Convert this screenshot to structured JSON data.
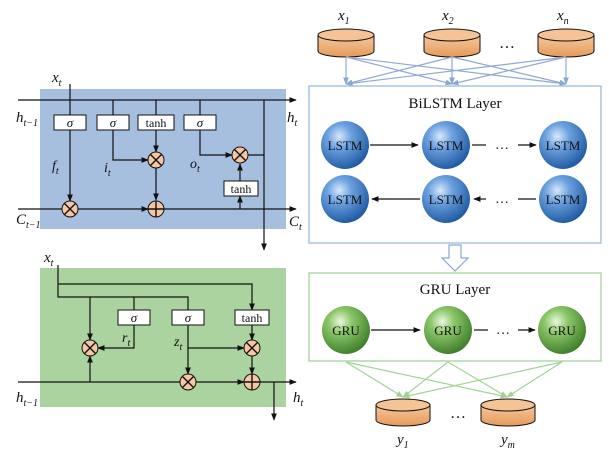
{
  "lstm_cell": {
    "input_x": "x",
    "input_x_sub": "t",
    "h_prev": "h",
    "h_prev_sub": "t−1",
    "c_prev": "C",
    "c_prev_sub": "t−1",
    "h_out": "h",
    "h_out_sub": "t",
    "c_out": "C",
    "c_out_sub": "t",
    "gate_sigma": "σ",
    "gate_tanh": "tanh",
    "f_label": "f",
    "f_sub": "t",
    "i_label": "i",
    "i_sub": "t",
    "o_label": "o",
    "o_sub": "t",
    "fill_color": "#a7bfdf"
  },
  "gru_cell": {
    "input_x": "x",
    "input_x_sub": "t",
    "h_prev": "h",
    "h_prev_sub": "t−1",
    "h_out": "h",
    "h_out_sub": "t",
    "gate_sigma": "σ",
    "gate_tanh": "tanh",
    "r_label": "r",
    "r_sub": "t",
    "z_label": "z",
    "z_sub": "t",
    "fill_color": "#aad3a0"
  },
  "inputs": {
    "x1": "x",
    "x1_sub": "1",
    "x2": "x",
    "x2_sub": "2",
    "xn": "x",
    "xn_sub": "n",
    "ellipsis": "…"
  },
  "bilstm": {
    "title": "BiLSTM Layer",
    "node_label": "LSTM",
    "ellipsis": "…",
    "border_color": "#9bb9dd"
  },
  "gru_layer": {
    "title": "GRU Layer",
    "node_label": "GRU",
    "ellipsis": "…",
    "border_color": "#a6d39d"
  },
  "outputs": {
    "y1": "y",
    "y1_sub": "1",
    "ym": "y",
    "ym_sub": "m",
    "ellipsis": "…"
  },
  "colors": {
    "cylinder": "#f2b27a",
    "op_circle": "#f4c6a2",
    "lstm_sphere": "#3f7fc8",
    "gru_sphere": "#6fae4f",
    "input_arrows": "#90a9d3",
    "output_arrows": "#a3d39a"
  }
}
